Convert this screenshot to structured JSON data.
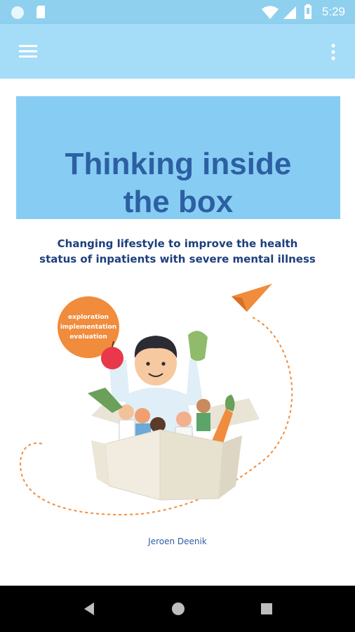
{
  "status": {
    "time": "5:29"
  },
  "cover": {
    "title_line1": "Thinking inside",
    "title_line2": "the box",
    "subtitle_line1": "Changing lifestyle to improve the health",
    "subtitle_line2": "status of inpatients with severe mental illness",
    "badge": [
      "exploration",
      "implementation",
      "evaluation"
    ],
    "author": "Jeroen Deenik"
  },
  "colors": {
    "app_bar": "#a5dcf7",
    "status_bar": "#8fd0ef",
    "title_box": "#87cdf3",
    "title_text": "#2d5fa3",
    "accent_orange": "#f08c3c"
  },
  "icons": [
    "circle-icon",
    "sd-card-icon",
    "wifi-icon",
    "cell-signal-icon",
    "battery-icon",
    "menu-icon",
    "overflow-menu-icon",
    "back-icon",
    "home-icon",
    "recents-icon"
  ]
}
